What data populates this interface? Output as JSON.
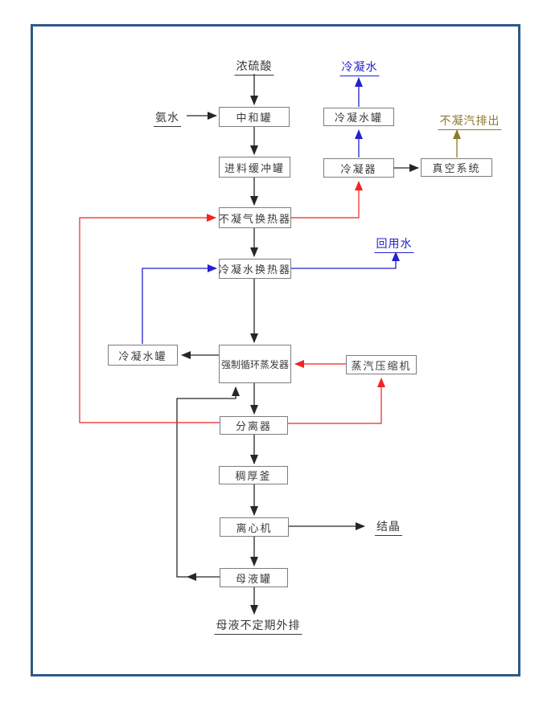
{
  "diagram": {
    "kind": "process-flow-diagram",
    "language": "zh-CN",
    "nodes": [
      {
        "id": "neutralization-tank",
        "label": "中和罐"
      },
      {
        "id": "feed-buffer-tank",
        "label": "进料缓冲罐"
      },
      {
        "id": "ncg-heat-exchanger",
        "label": "不凝气换热器"
      },
      {
        "id": "condensate-heat-exchanger",
        "label": "冷凝水换热器"
      },
      {
        "id": "forced-circulation-evaporator",
        "label": "强制循环蒸发器"
      },
      {
        "id": "condensate-tank-left",
        "label": "冷凝水罐"
      },
      {
        "id": "vapor-compressor",
        "label": "蒸汽压缩机"
      },
      {
        "id": "separator",
        "label": "分离器"
      },
      {
        "id": "thickener-kettle",
        "label": "稠厚釜"
      },
      {
        "id": "centrifuge",
        "label": "离心机"
      },
      {
        "id": "mother-liquor-tank",
        "label": "母液罐"
      },
      {
        "id": "condensate-tank-top",
        "label": "冷凝水罐"
      },
      {
        "id": "condenser",
        "label": "冷凝器"
      },
      {
        "id": "vacuum-system",
        "label": "真空系统"
      }
    ],
    "streams": [
      {
        "id": "concentrated-sulfuric-acid",
        "label": "浓硫酸",
        "color": "#3a3a3a"
      },
      {
        "id": "ammonia-water",
        "label": "氨水",
        "color": "#3a3a3a"
      },
      {
        "id": "condensate-water-out",
        "label": "冷凝水",
        "color": "#2222cc"
      },
      {
        "id": "ncg-vent-out",
        "label": "不凝汽排出",
        "color": "#8a7a2a"
      },
      {
        "id": "reuse-water",
        "label": "回用水",
        "color": "#2222cc"
      },
      {
        "id": "crystal-product",
        "label": "结晶",
        "color": "#3a3a3a"
      },
      {
        "id": "mother-liquor-discharge",
        "label": "母液不定期外排",
        "color": "#3a3a3a"
      }
    ],
    "colors": {
      "frame": "#2d5a88",
      "line_main": "#262626",
      "line_vapor": "#f42222",
      "line_condensate": "#2222cc",
      "line_vent": "#8a7a2a",
      "box_border": "#7d7d7d",
      "box_fill": "#ffffff",
      "text": "#3a3a3a"
    }
  }
}
